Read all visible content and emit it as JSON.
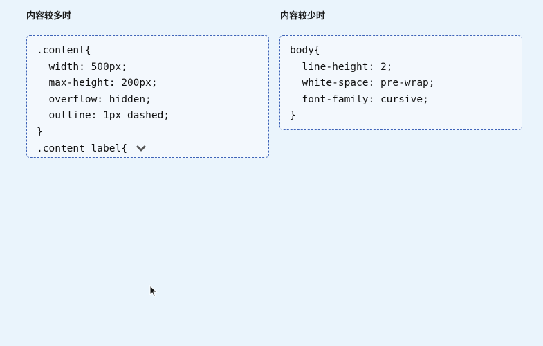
{
  "left_panel": {
    "title": "内容较多时",
    "lines": [
      ".content{",
      "  width: 500px;",
      "  max-height: 200px;",
      "  overflow: hidden;",
      "  outline: 1px dashed;",
      "}",
      ".content label{"
    ],
    "expand_icon": "chevron-down-icon"
  },
  "right_panel": {
    "title": "内容较少时",
    "lines": [
      "body{",
      "  line-height: 2;",
      "  white-space: pre-wrap;",
      "  font-family: cursive;",
      "}"
    ]
  },
  "colors": {
    "background": "#eaf4fc",
    "border": "#3d63b8",
    "text": "#111111"
  }
}
